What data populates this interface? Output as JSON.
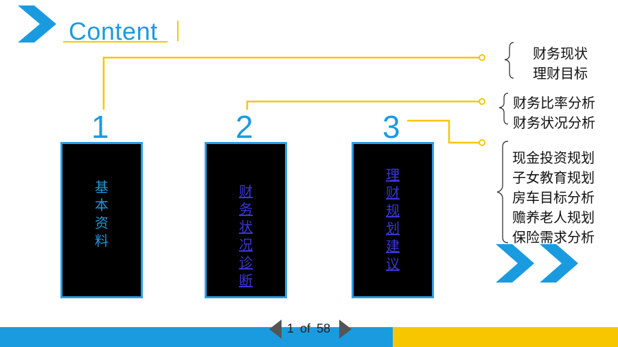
{
  "slide": {
    "title": "Content",
    "items": [
      {
        "number": "1",
        "label_chars": [
          "基",
          "本",
          "资",
          "料"
        ],
        "linked": false
      },
      {
        "number": "2",
        "label_chars": [
          "财",
          "务",
          "状",
          "况",
          "诊",
          "断"
        ],
        "linked": true
      },
      {
        "number": "3",
        "label_chars": [
          "理",
          "财",
          "规",
          "划",
          "建",
          "议"
        ],
        "linked": true
      }
    ],
    "groups": [
      {
        "lines": [
          "财务现状",
          "理财目标"
        ]
      },
      {
        "lines": [
          "财务比率分析",
          "财务状况分析"
        ]
      },
      {
        "lines": [
          "现金投资规划",
          "子女教育规划",
          "房车目标分析",
          "赡养老人规划",
          "保险需求分析"
        ]
      }
    ]
  },
  "pager": {
    "current": "1",
    "of": "of",
    "total": "58"
  },
  "colors": {
    "accent_blue": "#1a9be0",
    "accent_yellow": "#f7c600",
    "box_fill": "#000000",
    "link_text": "#3a37d6"
  }
}
